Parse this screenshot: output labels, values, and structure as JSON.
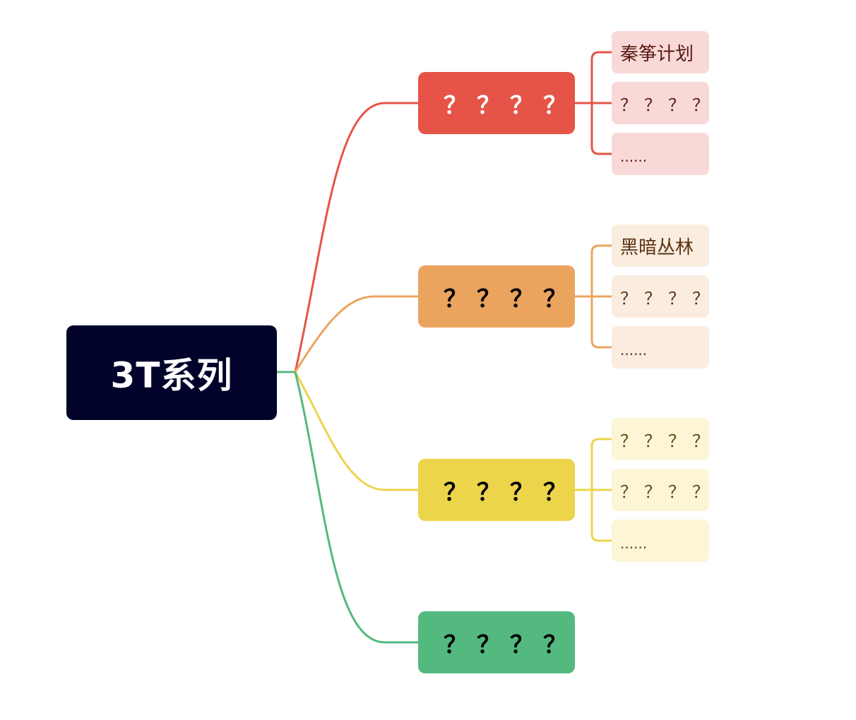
{
  "root": {
    "label": "3T系列"
  },
  "branches": [
    {
      "label": "？？？？",
      "color": "#e55446",
      "leaf_bg": "#f8d9d7",
      "leaves": [
        "秦筝计划",
        "？？？？",
        "......"
      ]
    },
    {
      "label": "？？？？",
      "color": "#eba45e",
      "leaf_bg": "#faecdf",
      "leaves": [
        "黑暗丛林",
        "？？？？",
        "......"
      ]
    },
    {
      "label": "？？？？",
      "color": "#ecd44b",
      "leaf_bg": "#fcf5d6",
      "leaves": [
        "？？？？",
        "？？？？",
        "......"
      ]
    },
    {
      "label": "？？？？",
      "color": "#53b97f",
      "leaves": []
    }
  ],
  "root_color": "#01032a"
}
